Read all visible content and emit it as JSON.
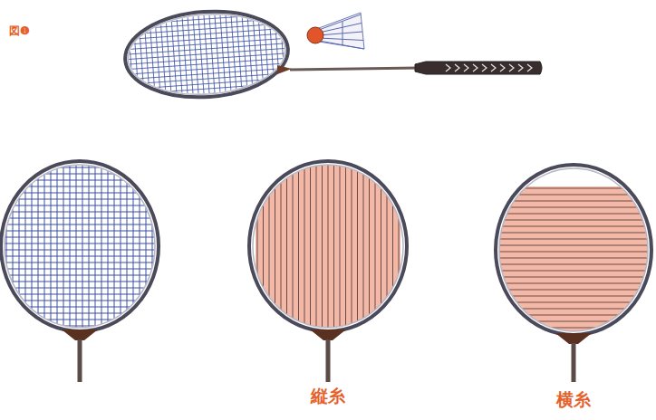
{
  "diagram": {
    "labels": [
      "図❶",
      "縦糸",
      "横糸"
    ]
  }
}
